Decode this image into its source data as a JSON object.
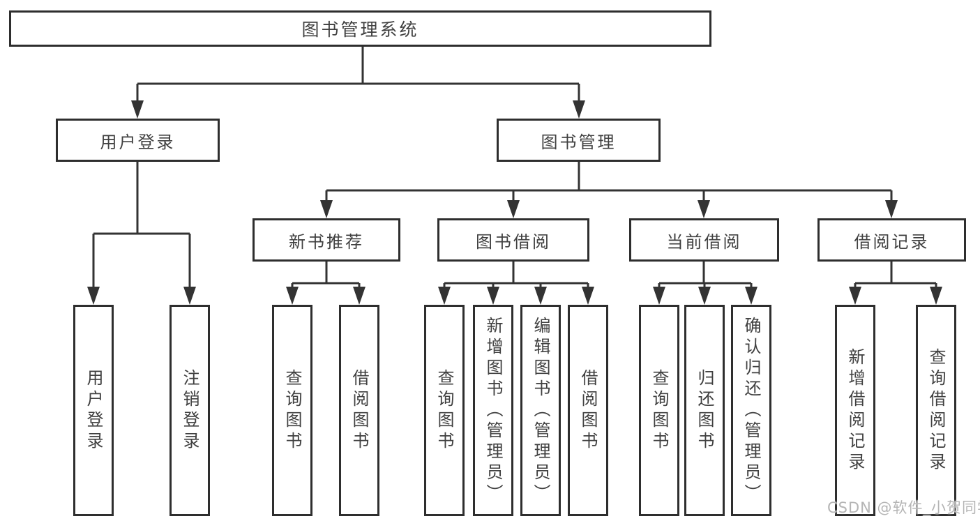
{
  "tree": {
    "root": {
      "label": "图书管理系统"
    },
    "branches": [
      {
        "label": "用户登录",
        "children": [
          {
            "label": "用户登录"
          },
          {
            "label": "注销登录"
          }
        ]
      },
      {
        "label": "图书管理",
        "children": [
          {
            "label": "新书推荐",
            "children": [
              {
                "label": "查询图书"
              },
              {
                "label": "借阅图书"
              }
            ]
          },
          {
            "label": "图书借阅",
            "children": [
              {
                "label": "查询图书"
              },
              {
                "label": "新增图书（管理员）"
              },
              {
                "label": "编辑图书（管理员）"
              },
              {
                "label": "借阅图书"
              }
            ]
          },
          {
            "label": "当前借阅",
            "children": [
              {
                "label": "查询图书"
              },
              {
                "label": "归还图书"
              },
              {
                "label": "确认归还（管理员）"
              }
            ]
          },
          {
            "label": "借阅记录",
            "children": [
              {
                "label": "新增借阅记录"
              },
              {
                "label": "查询借阅记录"
              }
            ]
          }
        ]
      }
    ]
  },
  "watermark": {
    "text": "CSDN @软件_小贺同学"
  },
  "colors": {
    "line": "#333333",
    "box_border": "#2e2e2e",
    "text": "#404040",
    "box_bg": "#ffffff",
    "watermark": "#b5b5b5"
  }
}
